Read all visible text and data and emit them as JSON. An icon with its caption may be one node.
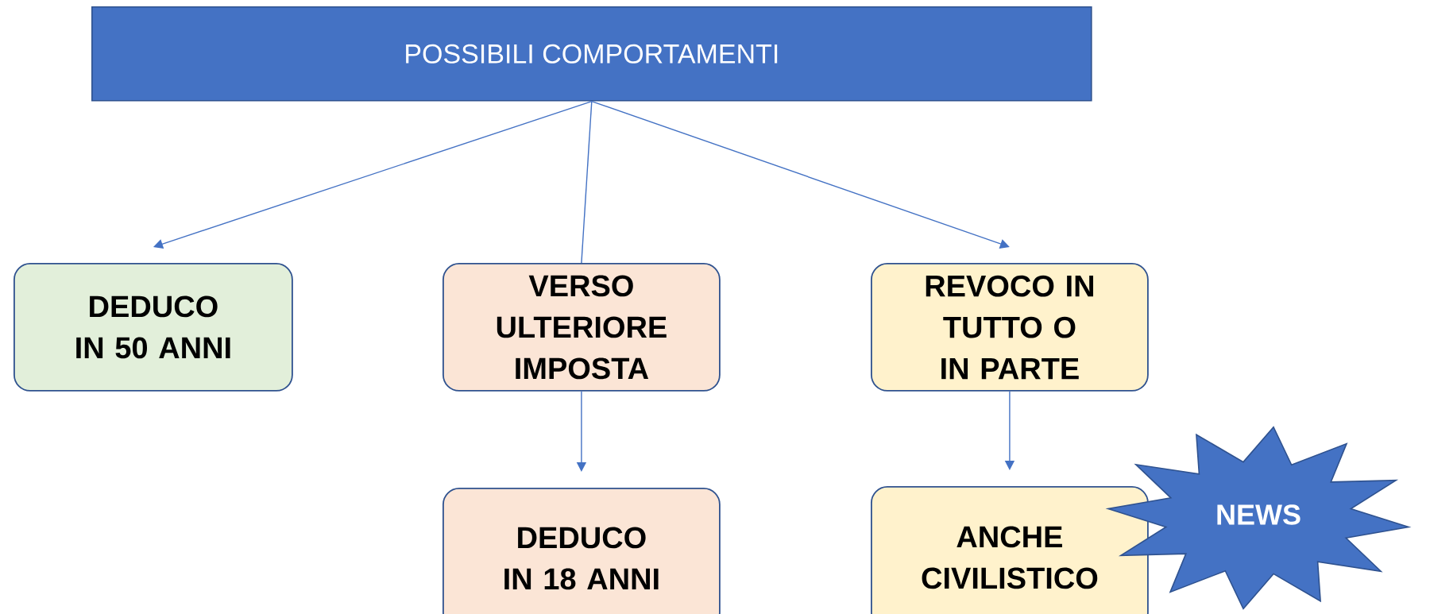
{
  "diagram": {
    "nodes": [
      {
        "text": [
          "POSSIBILI COMPORTAMENTI"
        ]
      },
      {
        "text": [
          "DEDUCO IN 50 ANNI"
        ]
      },
      {
        "text": [
          "VERSO ULTERIORE IMPOSTA"
        ]
      },
      {
        "text": [
          "REVOCO IN TUTTO O IN PARTE"
        ]
      },
      {
        "text": [
          "DEDUCO IN 18 ANNI"
        ]
      },
      {
        "text": [
          "ANCHE CIVILISTICO"
        ]
      },
      {
        "text": [
          "NEWS"
        ]
      }
    ],
    "edges": [
      {
        "from": 0,
        "to": 1,
        "arrow": "to"
      },
      {
        "from": 0,
        "to": 2,
        "arrow": "none"
      },
      {
        "from": 0,
        "to": 3,
        "arrow": "to"
      },
      {
        "from": 2,
        "to": 4,
        "arrow": "to"
      },
      {
        "from": 3,
        "to": 5,
        "arrow": "to"
      }
    ]
  }
}
